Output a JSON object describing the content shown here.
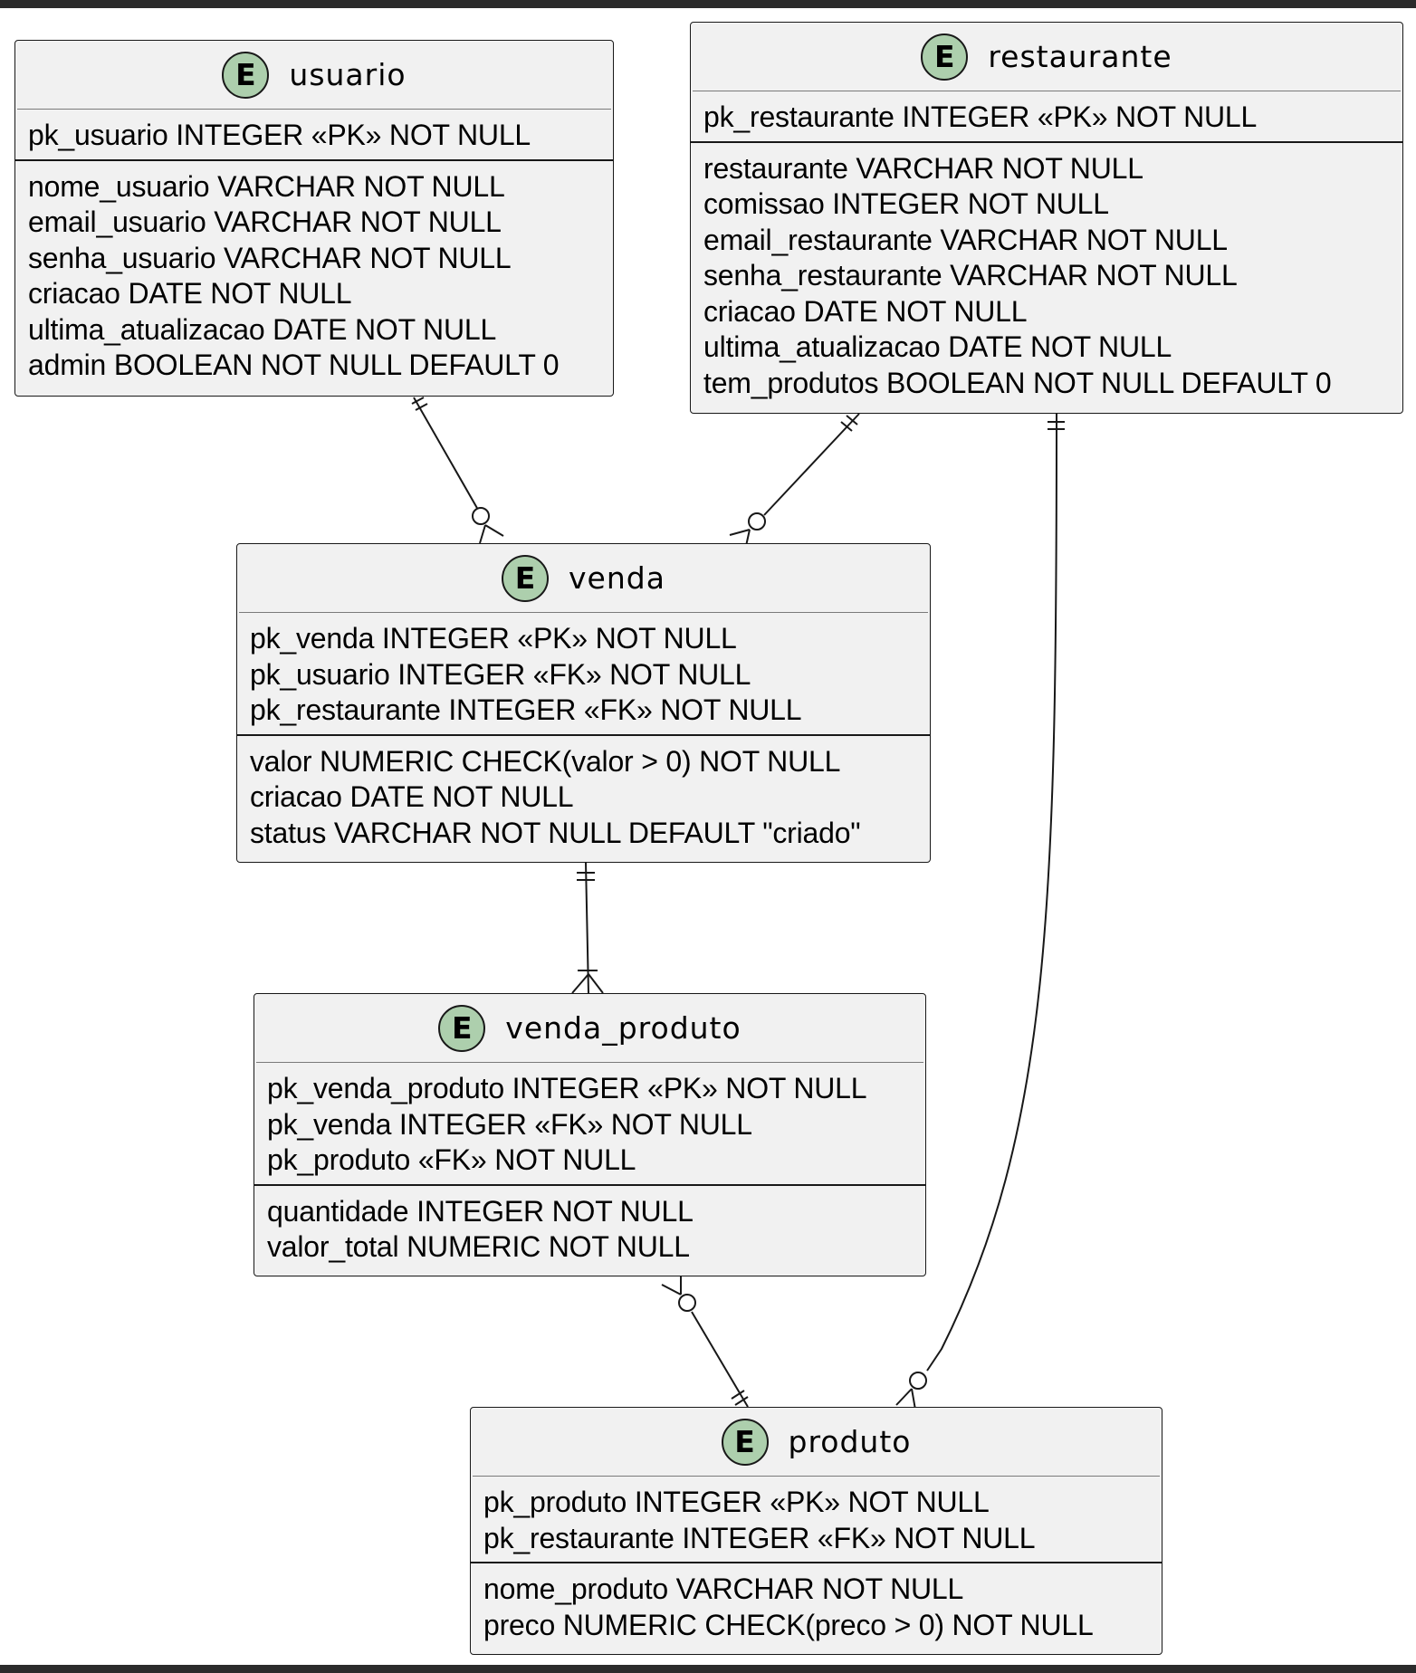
{
  "entities": {
    "usuario": {
      "badge": "E",
      "name": "usuario",
      "keys": [
        "pk_usuario INTEGER «PK» NOT NULL"
      ],
      "attributes": [
        "nome_usuario VARCHAR NOT NULL",
        "email_usuario VARCHAR NOT NULL",
        "senha_usuario VARCHAR NOT NULL",
        "criacao DATE NOT NULL",
        "ultima_atualizacao DATE NOT NULL",
        "admin BOOLEAN NOT NULL DEFAULT 0"
      ]
    },
    "restaurante": {
      "badge": "E",
      "name": "restaurante",
      "keys": [
        "pk_restaurante INTEGER «PK» NOT NULL"
      ],
      "attributes": [
        "restaurante VARCHAR NOT NULL",
        "comissao INTEGER NOT NULL",
        "email_restaurante VARCHAR NOT NULL",
        "senha_restaurante VARCHAR NOT NULL",
        "criacao DATE NOT NULL",
        "ultima_atualizacao DATE NOT NULL",
        "tem_produtos BOOLEAN NOT NULL DEFAULT 0"
      ]
    },
    "venda": {
      "badge": "E",
      "name": "venda",
      "keys": [
        "pk_venda INTEGER «PK» NOT NULL",
        "pk_usuario INTEGER «FK» NOT NULL",
        "pk_restaurante INTEGER «FK» NOT NULL"
      ],
      "attributes": [
        "valor NUMERIC CHECK(valor > 0) NOT NULL",
        "criacao DATE NOT NULL",
        "status VARCHAR NOT NULL DEFAULT \"criado\""
      ]
    },
    "venda_produto": {
      "badge": "E",
      "name": "venda_produto",
      "keys": [
        "pk_venda_produto INTEGER «PK» NOT NULL",
        "pk_venda INTEGER «FK» NOT NULL",
        "pk_produto «FK» NOT NULL"
      ],
      "attributes": [
        "quantidade INTEGER NOT NULL",
        "valor_total NUMERIC NOT NULL"
      ]
    },
    "produto": {
      "badge": "E",
      "name": "produto",
      "keys": [
        "pk_produto INTEGER «PK» NOT NULL",
        "pk_restaurante INTEGER «FK» NOT NULL"
      ],
      "attributes": [
        "nome_produto VARCHAR NOT NULL",
        "preco NUMERIC CHECK(preco > 0) NOT NULL"
      ]
    }
  },
  "relationships": [
    {
      "from": "usuario",
      "from_cardinality": "exactly-one",
      "to": "venda",
      "to_cardinality": "zero-or-many"
    },
    {
      "from": "restaurante",
      "from_cardinality": "exactly-one",
      "to": "venda",
      "to_cardinality": "zero-or-many"
    },
    {
      "from": "venda",
      "from_cardinality": "exactly-one",
      "to": "venda_produto",
      "to_cardinality": "one-or-many"
    },
    {
      "from": "produto",
      "from_cardinality": "exactly-one",
      "to": "venda_produto",
      "to_cardinality": "zero-or-many"
    },
    {
      "from": "restaurante",
      "from_cardinality": "exactly-one",
      "to": "produto",
      "to_cardinality": "zero-or-many"
    }
  ],
  "colors": {
    "entity_fill": "#f1f1f1",
    "badge_fill": "#adcfad",
    "line": "#181818",
    "frame": "#2b2b2b"
  }
}
